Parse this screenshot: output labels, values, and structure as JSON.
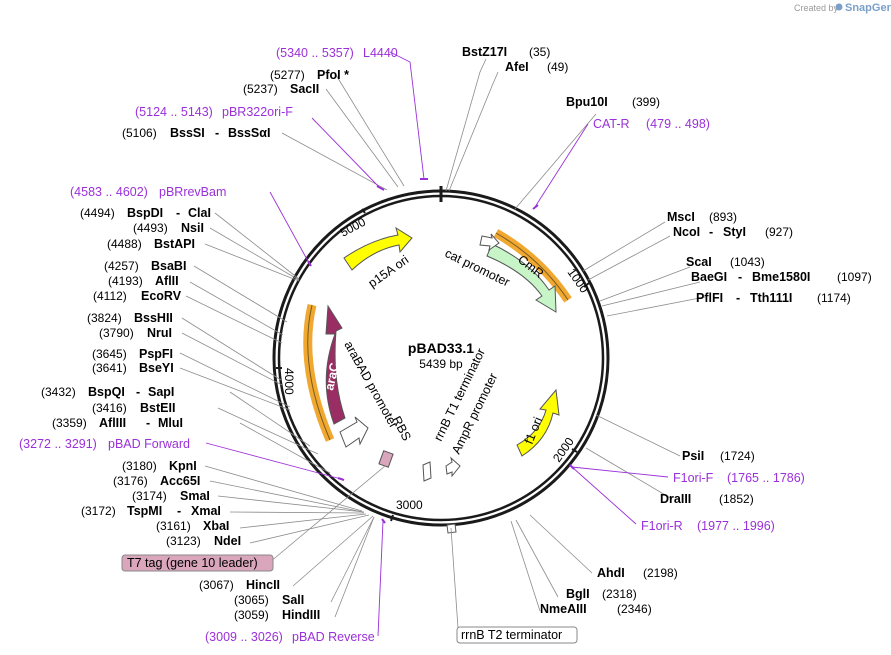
{
  "plasmid": {
    "name": "pBAD33.1",
    "length": 5439,
    "length_label": "5439 bp"
  },
  "credit": {
    "prefix": "Created by",
    "brand": "SnapGene"
  },
  "tick_labels": [
    "1000",
    "2000",
    "3000",
    "4000",
    "5000"
  ],
  "enzymes": [
    {
      "name": "BstZ17I",
      "pos": "(35)"
    },
    {
      "name": "AfeI",
      "pos": "(49)"
    },
    {
      "name": "Bpu10I",
      "pos": "(399)"
    },
    {
      "name": "MscI",
      "pos": "(893)"
    },
    {
      "name": "NcoI",
      "name2": "StyI",
      "pos": "(927)"
    },
    {
      "name": "ScaI",
      "pos": "(1043)"
    },
    {
      "name": "BaeGI",
      "name2": "Bme1580I",
      "pos": "(1097)"
    },
    {
      "name": "PflFI",
      "name2": "Tth111I",
      "pos": "(1174)"
    },
    {
      "name": "PsiI",
      "pos": "(1724)"
    },
    {
      "name": "DraIII",
      "pos": "(1852)"
    },
    {
      "name": "AhdI",
      "pos": "(2198)"
    },
    {
      "name": "BglI",
      "pos": "(2318)"
    },
    {
      "name": "NmeAIII",
      "pos": "(2346)"
    },
    {
      "name": "HindIII",
      "pos": "(3059)"
    },
    {
      "name": "SalI",
      "pos": "(3065)"
    },
    {
      "name": "HincII",
      "pos": "(3067)"
    },
    {
      "name": "NdeI",
      "pos": "(3123)"
    },
    {
      "name": "XbaI",
      "pos": "(3161)"
    },
    {
      "name": "TspMI",
      "name2": "XmaI",
      "pos": "(3172)"
    },
    {
      "name": "SmaI",
      "pos": "(3174)"
    },
    {
      "name": "Acc65I",
      "pos": "(3176)"
    },
    {
      "name": "KpnI",
      "pos": "(3180)"
    },
    {
      "name": "AflIII",
      "name2": "MluI",
      "pos": "(3359)"
    },
    {
      "name": "BstEII",
      "pos": "(3416)"
    },
    {
      "name": "BspQI",
      "name2": "SapI",
      "pos": "(3432)"
    },
    {
      "name": "BseYI",
      "pos": "(3641)"
    },
    {
      "name": "PspFI",
      "pos": "(3645)"
    },
    {
      "name": "NruI",
      "pos": "(3790)"
    },
    {
      "name": "BssHII",
      "pos": "(3824)"
    },
    {
      "name": "EcoRV",
      "pos": "(4112)"
    },
    {
      "name": "AflII",
      "pos": "(4193)"
    },
    {
      "name": "BsaBI",
      "pos": "(4257)"
    },
    {
      "name": "BstAPI",
      "pos": "(4488)"
    },
    {
      "name": "NsiI",
      "pos": "(4493)"
    },
    {
      "name": "BspDI",
      "name2": "ClaI",
      "pos": "(4494)"
    },
    {
      "name": "BssSI",
      "name2": "BssSαI",
      "pos": "(5106)"
    },
    {
      "name": "SacII",
      "pos": "(5237)"
    },
    {
      "name": "PfoI *",
      "pos": "(5277)"
    }
  ],
  "primers": [
    {
      "name": "L4440",
      "range": "(5340 .. 5357)"
    },
    {
      "name": "pBR322ori-F",
      "range": "(5124 .. 5143)"
    },
    {
      "name": "CAT-R",
      "range": "(479 .. 498)"
    },
    {
      "name": "pBRrevBam",
      "range": "(4583 .. 4602)"
    },
    {
      "name": "F1ori-F",
      "range": "(1765 .. 1786)"
    },
    {
      "name": "F1ori-R",
      "range": "(1977 .. 1996)"
    },
    {
      "name": "pBAD Forward",
      "range": "(3272 .. 3291)"
    },
    {
      "name": "pBAD Reverse",
      "range": "(3009 .. 3026)"
    }
  ],
  "features": {
    "cmr": "CmR",
    "cat_promoter": "cat promoter",
    "p15a_ori": "p15A ori",
    "arac": "araC",
    "arabad_promoter": "araBAD promoter",
    "rbs": "RBS",
    "rrnb_t1": "rrnB T1 terminator",
    "ampr_promoter": "AmpR promoter",
    "f1_ori": "f1 ori",
    "t7_tag": "T7 tag (gene 10 leader)",
    "rrnb_t2": "rrnB T2 terminator"
  },
  "colors": {
    "cmr": "#c8f5c8",
    "p15a_ori": "#ffff00",
    "arac": "#9a2d64",
    "f1_ori": "#ffff00",
    "primer": "#9b30d9",
    "orf_outline": "#f0a830",
    "t7_tag": "#d9a6bc"
  }
}
